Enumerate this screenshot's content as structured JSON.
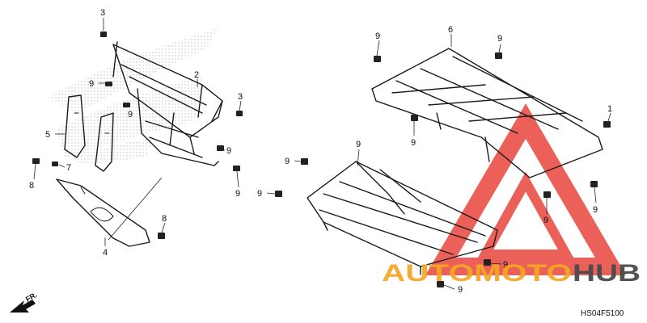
{
  "diagram": {
    "code": "HS04F5100",
    "front_label": "FR.",
    "callouts": [
      {
        "id": "c3a",
        "label": "3"
      },
      {
        "id": "c2",
        "label": "2"
      },
      {
        "id": "c9a",
        "label": "9"
      },
      {
        "id": "c9b",
        "label": "9"
      },
      {
        "id": "c3b",
        "label": "3"
      },
      {
        "id": "c5",
        "label": "5"
      },
      {
        "id": "c7",
        "label": "7"
      },
      {
        "id": "c8a",
        "label": "8"
      },
      {
        "id": "c9c",
        "label": "9"
      },
      {
        "id": "c9d",
        "label": "9"
      },
      {
        "id": "c4",
        "label": "4"
      },
      {
        "id": "c8b",
        "label": "8"
      },
      {
        "id": "c9e",
        "label": "9"
      },
      {
        "id": "c9f",
        "label": "9"
      },
      {
        "id": "c9g",
        "label": "9"
      },
      {
        "id": "c6",
        "label": "6"
      },
      {
        "id": "c9h",
        "label": "9"
      },
      {
        "id": "c9i",
        "label": "9"
      },
      {
        "id": "c9j",
        "label": "9"
      },
      {
        "id": "c1",
        "label": "1"
      },
      {
        "id": "c9k",
        "label": "9"
      },
      {
        "id": "c9l",
        "label": "9"
      },
      {
        "id": "c9m",
        "label": "9"
      },
      {
        "id": "c9n",
        "label": "9"
      }
    ]
  },
  "watermark": {
    "brand_left": "AUTOMOTO",
    "brand_right": "HUB",
    "color_left": "#f5a623",
    "color_right": "#4a4a4a",
    "triangle_color": "#e8453c"
  },
  "icons": [
    "front-arrow-icon",
    "bolt-icon",
    "nut-icon"
  ]
}
